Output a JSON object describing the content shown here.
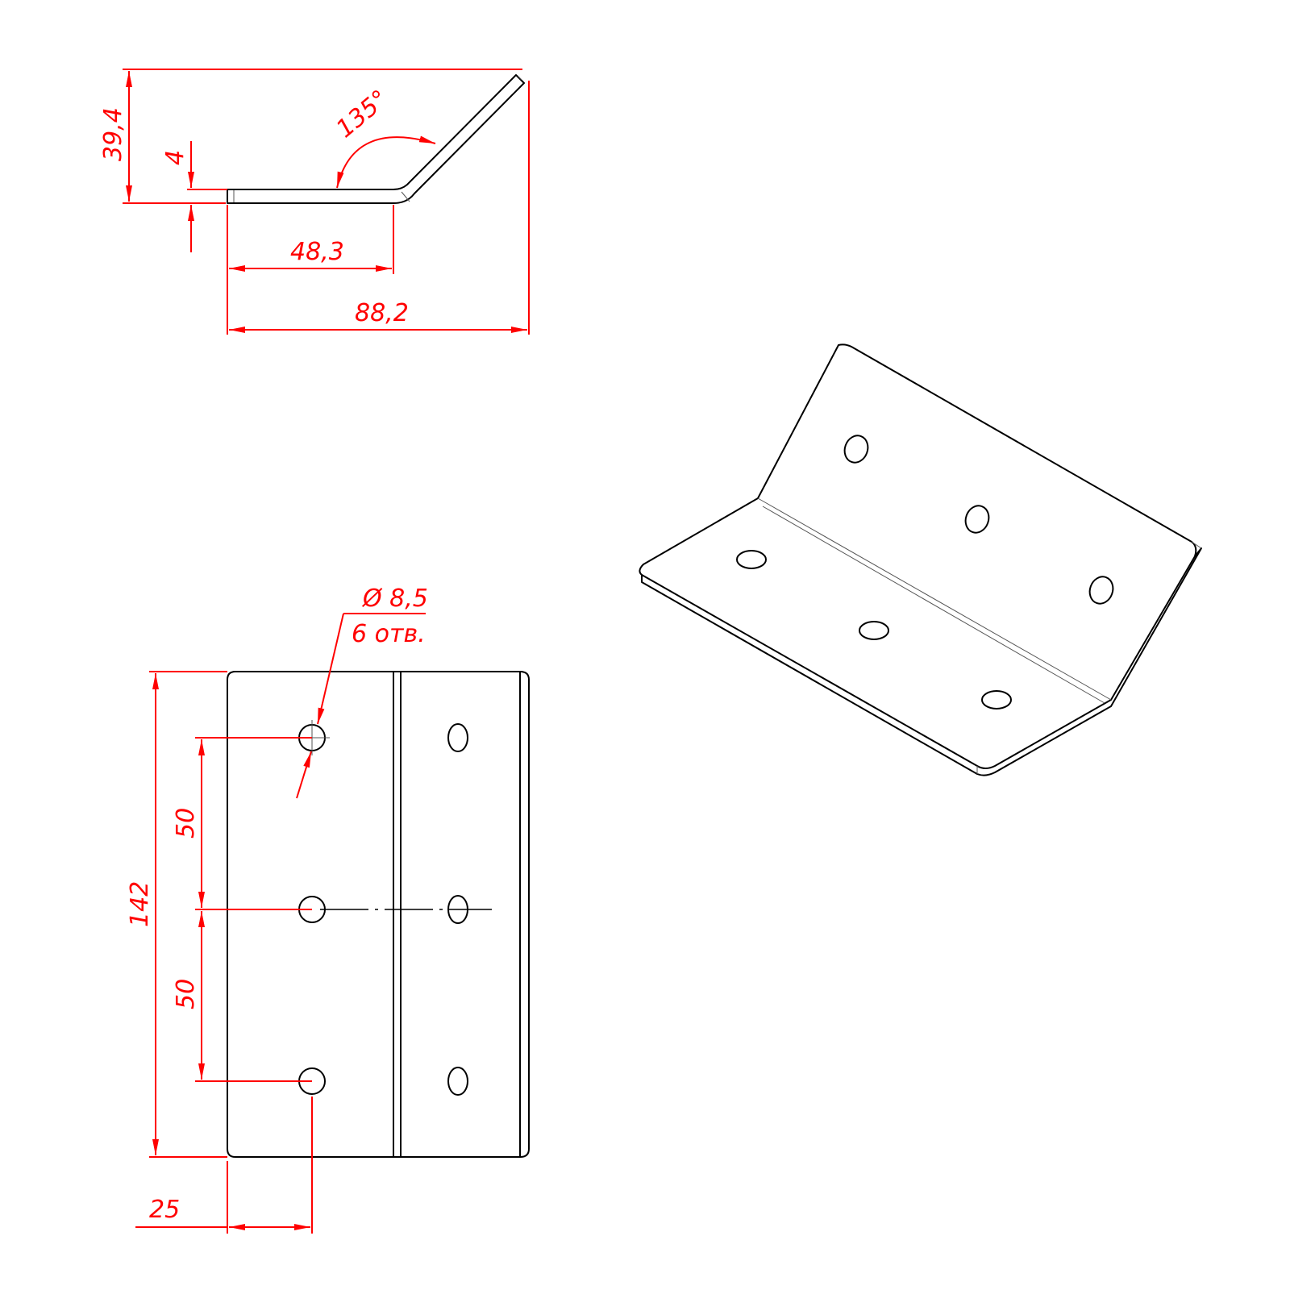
{
  "colors": {
    "dimension": "#ff0000",
    "part": "#000000"
  },
  "side_view": {
    "height_total": "39,4",
    "thickness": "4",
    "angle": "135°",
    "flat_length": "48,3",
    "total_length": "88,2"
  },
  "plan_view": {
    "hole_diameter": "Ø 8,5",
    "hole_count": "6 отв.",
    "spacing_top": "50",
    "spacing_bottom": "50",
    "total_width": "142",
    "edge_offset": "25"
  }
}
